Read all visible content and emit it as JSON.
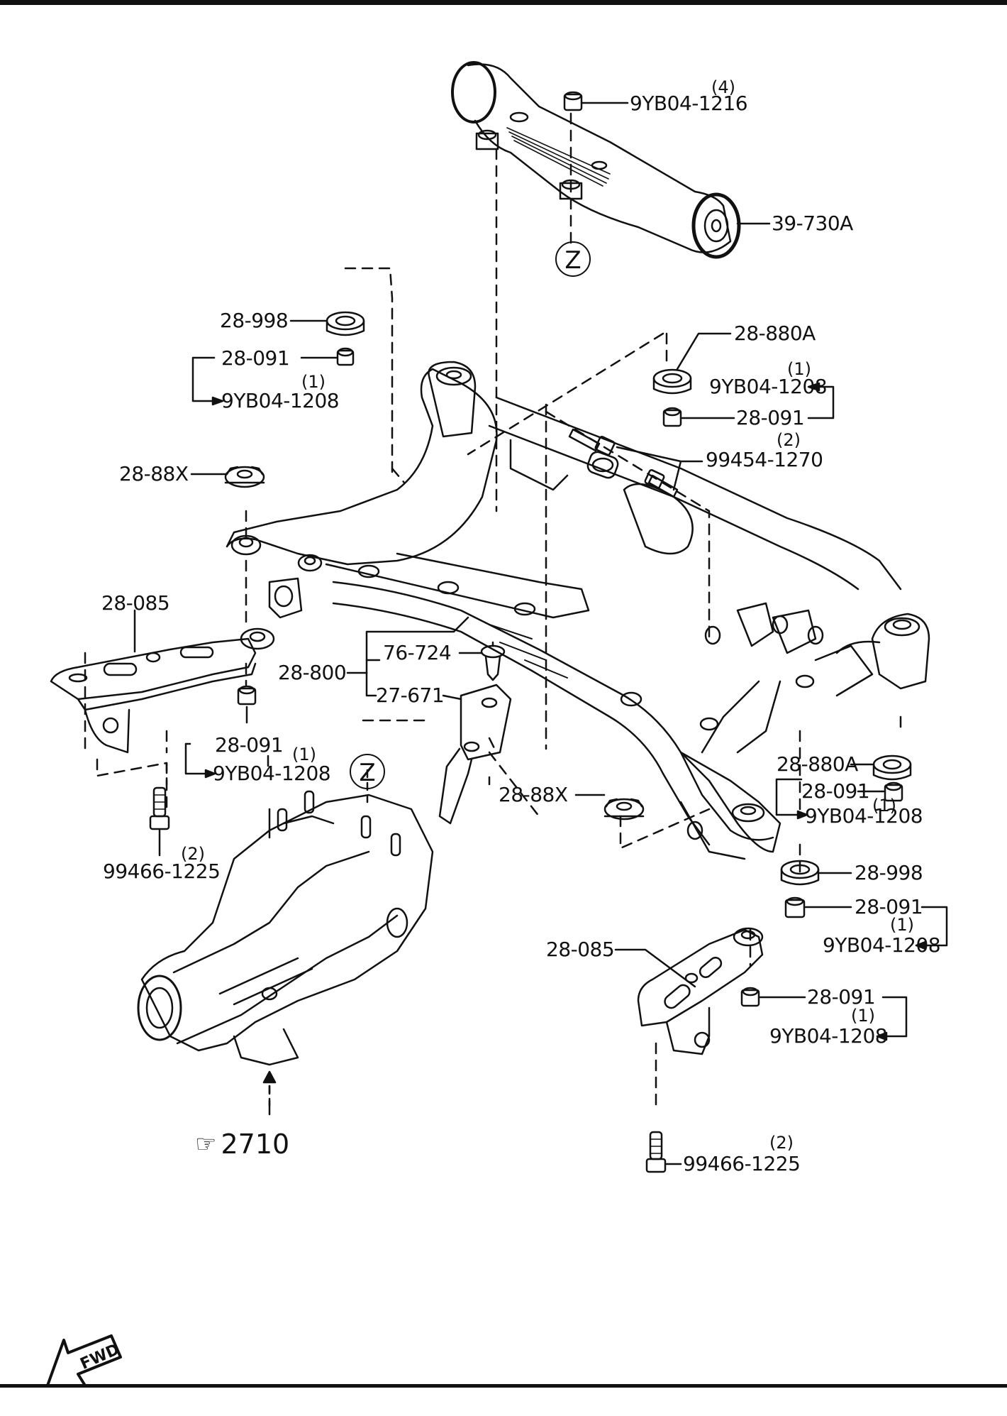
{
  "diagram": {
    "title": "Rear Crossmember / Differential Mount Parts Diagram",
    "reference_mark": "Z",
    "see_also": {
      "icon": "pointing-hand-icon",
      "text": "2710"
    },
    "direction_indicator": "FWD",
    "callouts": [
      {
        "id": "c1",
        "part": "9YB04-1216",
        "qty": "(4)"
      },
      {
        "id": "c2",
        "part": "39-730A"
      },
      {
        "id": "c3",
        "part": "28-998"
      },
      {
        "id": "c4",
        "part": "28-091"
      },
      {
        "id": "c5",
        "part": "9YB04-1208",
        "qty": "(1)"
      },
      {
        "id": "c6",
        "part": "28-880A"
      },
      {
        "id": "c7",
        "part": "9YB04-1208",
        "qty": "(1)"
      },
      {
        "id": "c8",
        "part": "28-091"
      },
      {
        "id": "c9",
        "part": "99454-1270",
        "qty": "(2)"
      },
      {
        "id": "c10",
        "part": "28-88X"
      },
      {
        "id": "c11",
        "part": "28-085"
      },
      {
        "id": "c12",
        "part": "28-800"
      },
      {
        "id": "c13",
        "part": "76-724"
      },
      {
        "id": "c14",
        "part": "27-671"
      },
      {
        "id": "c15",
        "part": "28-091"
      },
      {
        "id": "c16",
        "part": "9YB04-1208",
        "qty": "(1)"
      },
      {
        "id": "c17",
        "part": "99466-1225",
        "qty": "(2)"
      },
      {
        "id": "c18",
        "part": "28-880A"
      },
      {
        "id": "c19",
        "part": "28-091"
      },
      {
        "id": "c20",
        "part": "9YB04-1208",
        "qty": "(1)"
      },
      {
        "id": "c21",
        "part": "28-88X"
      },
      {
        "id": "c22",
        "part": "28-998"
      },
      {
        "id": "c23",
        "part": "28-091"
      },
      {
        "id": "c24",
        "part": "9YB04-1208",
        "qty": "(1)"
      },
      {
        "id": "c25",
        "part": "28-085"
      },
      {
        "id": "c26",
        "part": "28-091"
      },
      {
        "id": "c27",
        "part": "9YB04-1208",
        "qty": "(1)"
      },
      {
        "id": "c28",
        "part": "99466-1225",
        "qty": "(2)"
      }
    ]
  }
}
